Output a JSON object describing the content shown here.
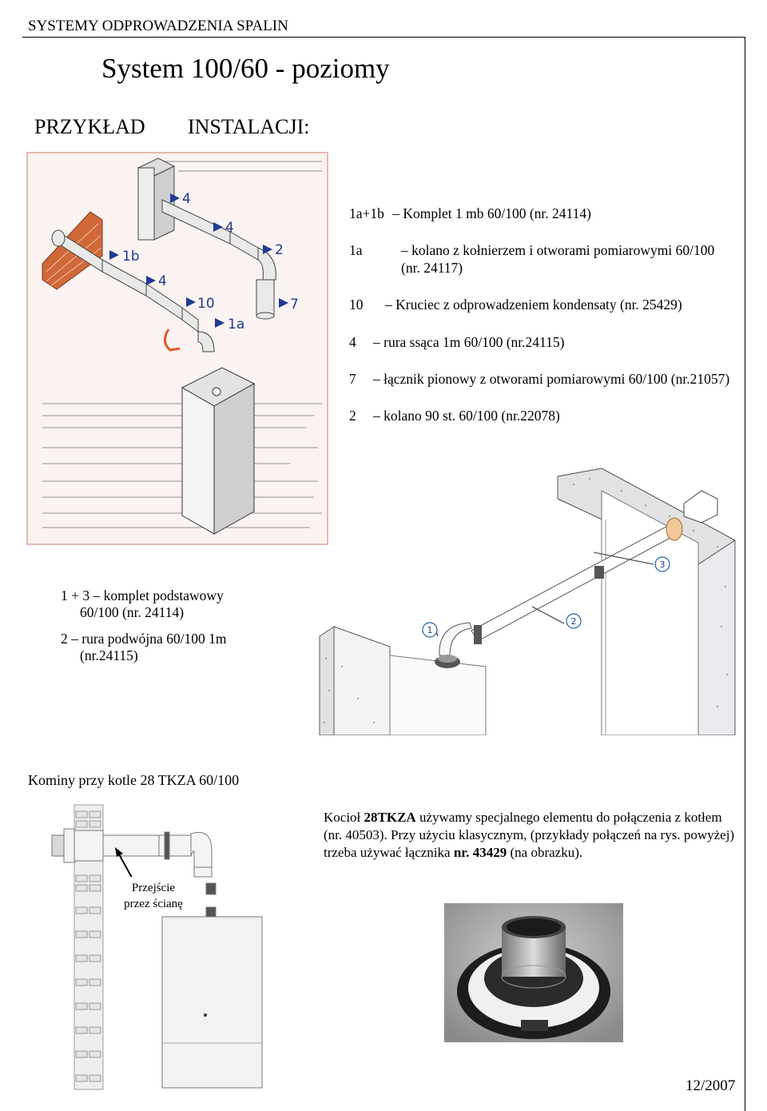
{
  "header": {
    "text": "SYSTEMY ODPROWADZENIA SPALIN"
  },
  "title": "System 100/60 - poziomy",
  "subtitle": {
    "part1": "PRZYKŁAD",
    "part2": "INSTALACJI:"
  },
  "parts_list": [
    {
      "num": "1a+1b",
      "text": "– Komplet 1 mb  60/100 (nr. 24114)"
    },
    {
      "num": "1a",
      "text": "– kolano z kołnierzem i otworami pomiarowymi 60/100 (nr. 24117)"
    },
    {
      "num": "10",
      "text": "– Kruciec z odprowadzeniem kondensaty (nr. 25429)"
    },
    {
      "num": "4",
      "text": "– rura ssąca 1m 60/100 (nr.24115)"
    },
    {
      "num": "7",
      "text": "– łącznik pionowy z otworami pomiarowymi 60/100 (nr.21057)"
    },
    {
      "num": "2",
      "text": "– kolano 90 st. 60/100 (nr.22078)"
    }
  ],
  "diagram1_labels": {
    "l4a": "4",
    "l4b": "4",
    "l1b": "1b",
    "l4c": "4",
    "l2": "2",
    "l10": "10",
    "l7": "7",
    "l1a": "1a"
  },
  "diagram2_labels": {
    "c1": "1",
    "c2": "2",
    "c3": "3"
  },
  "basic_list": [
    {
      "line1": "1 + 3 – komplet podstawowy",
      "line2": "60/100 (nr. 24114)"
    },
    {
      "line1": "2 – rura podwójna 60/100 1m",
      "line2": "(nr.24115)"
    }
  ],
  "section_title": "Kominy przy kotle  28 TKZA 60/100",
  "wall_label": {
    "line1": "Przejście",
    "line2": "przez ścianę"
  },
  "paragraph": {
    "p1": "Kocioł ",
    "b1": "28TKZA",
    "p2": " używamy specjalnego elementu do połączenia z kotłem (nr. 40503). Przy użyciu  klasycznym, (przykłady połączeń na rys. powyżej) trzeba używać łącznika ",
    "b2": "nr. 43429",
    "p3": " (na obrazku)."
  },
  "footer_date": "12/2007",
  "colors": {
    "arrow_blue": "#1f3a93",
    "brick": "#d1683a",
    "frame_red": "#c0392b"
  }
}
